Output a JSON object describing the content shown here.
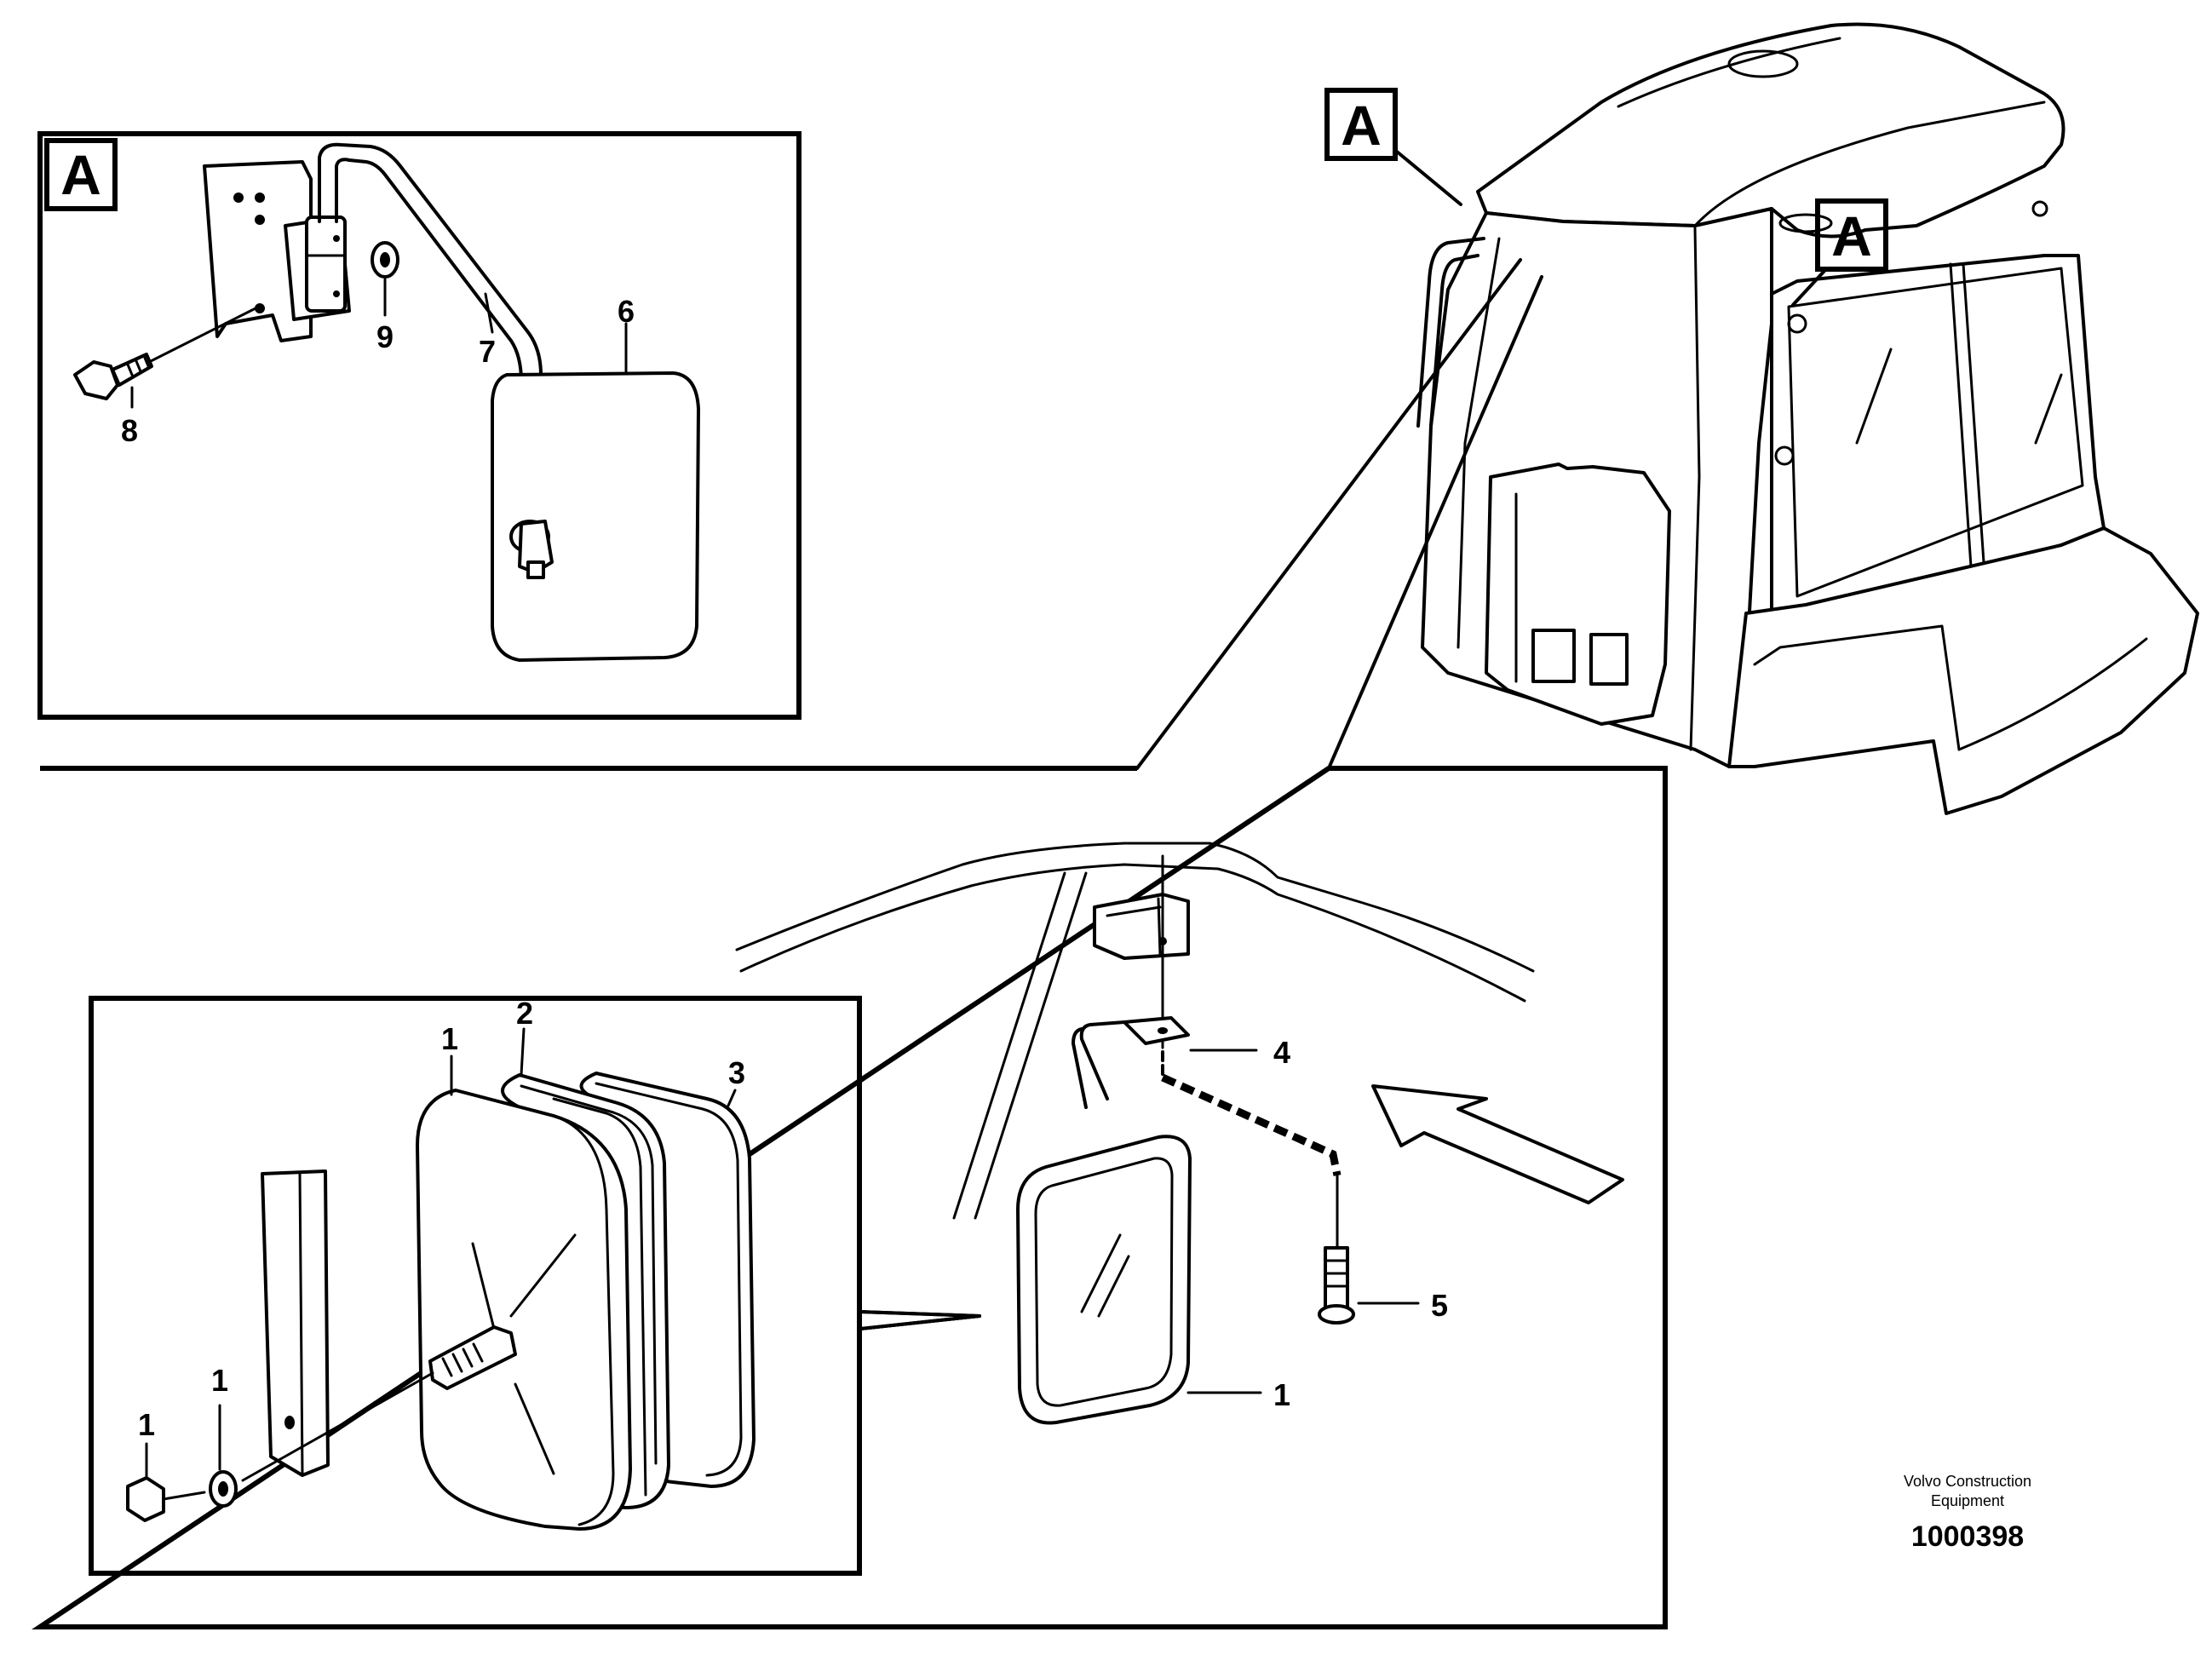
{
  "callouts": {
    "inset_a_tag": "A",
    "cab_tag_upper": "A",
    "cab_tag_lower": "A",
    "n1_front": "1",
    "n2": "2",
    "n3": "3",
    "n1_washer": "1",
    "n1_nut": "1",
    "n4": "4",
    "n5": "5",
    "n1_assembled": "1",
    "n6": "6",
    "n7": "7",
    "n8": "8",
    "n9": "9"
  },
  "footer": {
    "maker_line1": "Volvo Construction",
    "maker_line2": "Equipment",
    "drawing_number": "1000398"
  }
}
